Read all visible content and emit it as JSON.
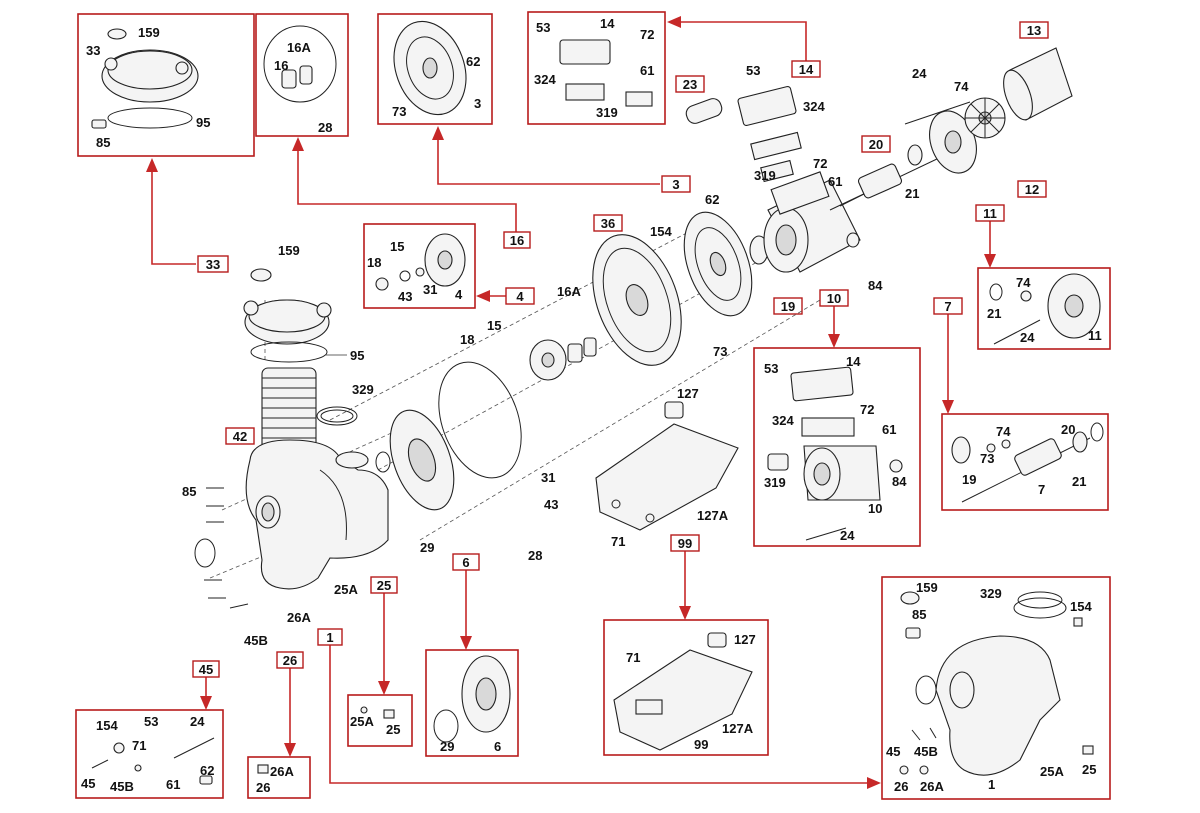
{
  "colors": {
    "accent": "#c62828",
    "line": "#222222",
    "background": "#ffffff"
  },
  "labels": {
    "159": "159",
    "33": "33",
    "95": "95",
    "85": "85",
    "42": "42",
    "329": "329",
    "29": "29",
    "6": "6",
    "28": "28",
    "18": "18",
    "15": "15",
    "31": "31",
    "43": "43",
    "4": "4",
    "16": "16",
    "16A": "16A",
    "36": "36",
    "154": "154",
    "3": "3",
    "62": "62",
    "73": "73",
    "19": "19",
    "10": "10",
    "84": "84",
    "72": "72",
    "61": "61",
    "319": "319",
    "53": "53",
    "14": "14",
    "324": "324",
    "23": "23",
    "7": "7",
    "21": "21",
    "20": "20",
    "24": "24",
    "74": "74",
    "11": "11",
    "12": "12",
    "13": "13",
    "1": "1",
    "25": "25",
    "25A": "25A",
    "26": "26",
    "26A": "26A",
    "45": "45",
    "45B": "45B",
    "71": "71",
    "99": "99",
    "127": "127",
    "127A": "127A"
  },
  "callouts": [
    "1",
    "3",
    "4",
    "6",
    "7",
    "10",
    "11",
    "12",
    "13",
    "14",
    "16",
    "19",
    "25",
    "26",
    "33",
    "36",
    "42",
    "45",
    "99"
  ]
}
